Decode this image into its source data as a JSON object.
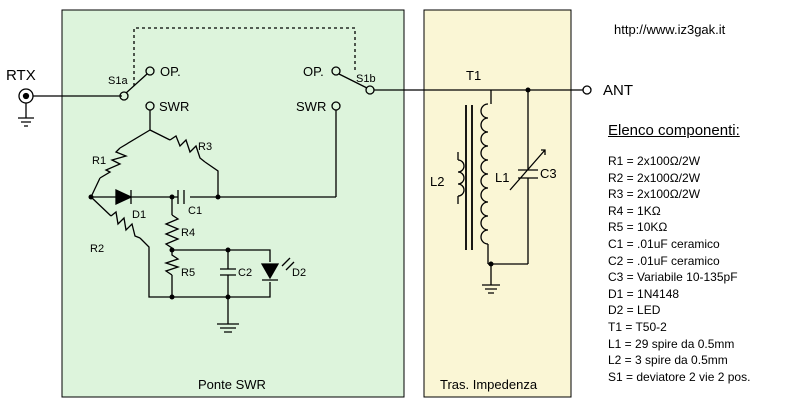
{
  "url": "http://www.iz3gak.it",
  "ports": {
    "input": "RTX",
    "output": "ANT"
  },
  "sections": {
    "bridge": "Ponte SWR",
    "transformer": "Tras. Impedenza"
  },
  "switch": {
    "s1a": "S1a",
    "s1b": "S1b",
    "op_left": "OP.",
    "op_right": "OP.",
    "swr_left": "SWR",
    "swr_right": "SWR"
  },
  "components": {
    "R1": "R1",
    "R2": "R2",
    "R3": "R3",
    "R4": "R4",
    "R5": "R5",
    "C1": "C1",
    "C2": "C2",
    "C3": "C3",
    "D1": "D1",
    "D2": "D2",
    "T1": "T1",
    "L1": "L1",
    "L2": "L2"
  },
  "parts_list": {
    "title": "Elenco componenti:",
    "items": [
      "R1 = 2x100Ω/2W",
      "R2 = 2x100Ω/2W",
      "R3 = 2x100Ω/2W",
      "R4 = 1KΩ",
      "R5 = 10KΩ",
      "C1 = .01uF ceramico",
      "C2 = .01uF ceramico",
      "C3 = Variabile 10-135pF",
      "D1 = 1N4148",
      "D2 = LED",
      "T1 = T50-2",
      "L1 = 29 spire da 0.5mm",
      "L2 = 3 spire da 0.5mm",
      "S1 = deviatore 2 vie 2 pos."
    ]
  },
  "colors": {
    "panel_green": "#ddf4dc",
    "panel_yellow": "#faf6d5",
    "wire": "#000000"
  }
}
